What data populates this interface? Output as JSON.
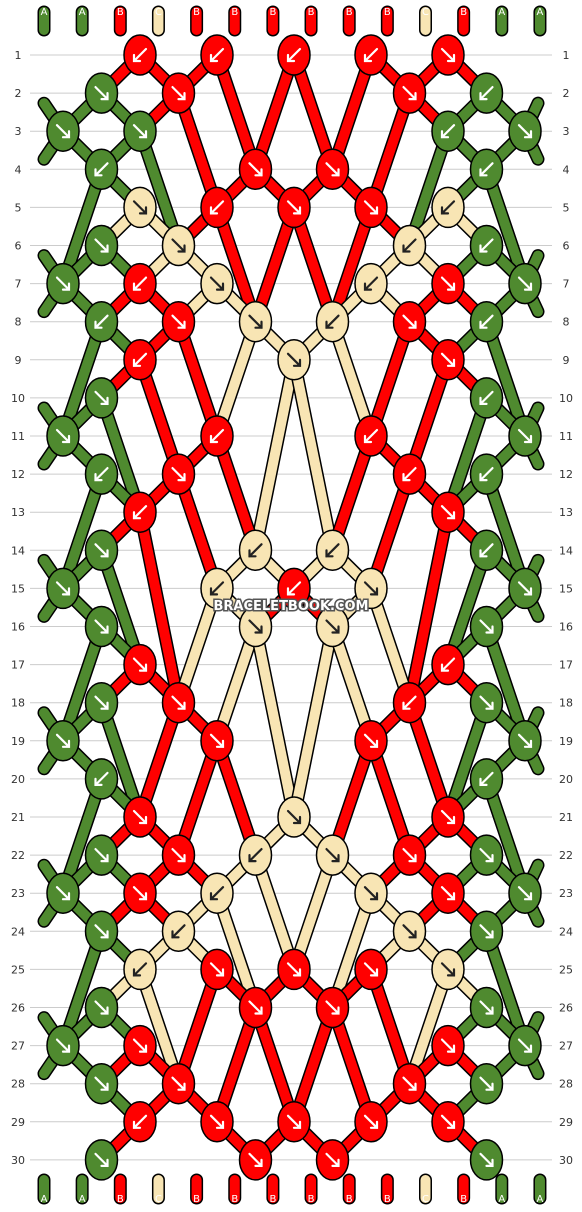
{
  "colors": {
    "A": "#4f8a2f",
    "B": "#ff0000",
    "C": "#f8e5b4",
    "outline": "#000000",
    "gridline": "#cccccc"
  },
  "strands_top": [
    "A",
    "A",
    "B",
    "C",
    "B",
    "B",
    "B",
    "B",
    "B",
    "B",
    "C",
    "B",
    "A",
    "A"
  ],
  "strands_bottom": [
    "A",
    "A",
    "B",
    "C",
    "B",
    "B",
    "B",
    "B",
    "B",
    "B",
    "C",
    "B",
    "A",
    "A"
  ],
  "row_labels": [
    "1",
    "2",
    "3",
    "4",
    "5",
    "6",
    "7",
    "8",
    "9",
    "10",
    "11",
    "12",
    "13",
    "14",
    "15",
    "16",
    "17",
    "18",
    "19",
    "20",
    "21",
    "22",
    "23",
    "24",
    "25",
    "26",
    "27",
    "28",
    "29",
    "30"
  ],
  "watermark": "BRACELETBOOK.COM",
  "knots": [
    {
      "row": 1,
      "col": 2,
      "color": "B",
      "dir": "sw"
    },
    {
      "row": 1,
      "col": 4,
      "color": "B",
      "dir": "sw"
    },
    {
      "row": 1,
      "col": 6,
      "color": "B",
      "dir": "sw"
    },
    {
      "row": 1,
      "col": 8,
      "color": "B",
      "dir": "sw"
    },
    {
      "row": 1,
      "col": 10,
      "color": "B",
      "dir": "se"
    },
    {
      "row": 2,
      "col": 1,
      "color": "A",
      "dir": "se"
    },
    {
      "row": 2,
      "col": 3,
      "color": "B",
      "dir": "se"
    },
    {
      "row": 2,
      "col": 9,
      "color": "B",
      "dir": "se"
    },
    {
      "row": 2,
      "col": 11,
      "color": "A",
      "dir": "sw"
    },
    {
      "row": 3,
      "col": 0,
      "color": "A",
      "dir": "se"
    },
    {
      "row": 3,
      "col": 2,
      "color": "A",
      "dir": "se"
    },
    {
      "row": 3,
      "col": 10,
      "color": "A",
      "dir": "sw"
    },
    {
      "row": 3,
      "col": 12,
      "color": "A",
      "dir": "se"
    },
    {
      "row": 4,
      "col": 1,
      "color": "A",
      "dir": "sw"
    },
    {
      "row": 4,
      "col": 5,
      "color": "B",
      "dir": "se"
    },
    {
      "row": 4,
      "col": 7,
      "color": "B",
      "dir": "se"
    },
    {
      "row": 4,
      "col": 11,
      "color": "A",
      "dir": "sw"
    },
    {
      "row": 5,
      "col": 2,
      "color": "C",
      "dir": "se"
    },
    {
      "row": 5,
      "col": 4,
      "color": "B",
      "dir": "sw"
    },
    {
      "row": 5,
      "col": 6,
      "color": "B",
      "dir": "se"
    },
    {
      "row": 5,
      "col": 8,
      "color": "B",
      "dir": "se"
    },
    {
      "row": 5,
      "col": 10,
      "color": "C",
      "dir": "sw"
    },
    {
      "row": 6,
      "col": 1,
      "color": "A",
      "dir": "se"
    },
    {
      "row": 6,
      "col": 3,
      "color": "C",
      "dir": "se"
    },
    {
      "row": 6,
      "col": 9,
      "color": "C",
      "dir": "sw"
    },
    {
      "row": 6,
      "col": 11,
      "color": "A",
      "dir": "sw"
    },
    {
      "row": 7,
      "col": 0,
      "color": "A",
      "dir": "se"
    },
    {
      "row": 7,
      "col": 2,
      "color": "B",
      "dir": "sw"
    },
    {
      "row": 7,
      "col": 4,
      "color": "C",
      "dir": "se"
    },
    {
      "row": 7,
      "col": 8,
      "color": "C",
      "dir": "sw"
    },
    {
      "row": 7,
      "col": 10,
      "color": "B",
      "dir": "se"
    },
    {
      "row": 7,
      "col": 12,
      "color": "A",
      "dir": "se"
    },
    {
      "row": 8,
      "col": 1,
      "color": "A",
      "dir": "sw"
    },
    {
      "row": 8,
      "col": 3,
      "color": "B",
      "dir": "se"
    },
    {
      "row": 8,
      "col": 5,
      "color": "C",
      "dir": "se"
    },
    {
      "row": 8,
      "col": 7,
      "color": "C",
      "dir": "sw"
    },
    {
      "row": 8,
      "col": 9,
      "color": "B",
      "dir": "se"
    },
    {
      "row": 8,
      "col": 11,
      "color": "A",
      "dir": "sw"
    },
    {
      "row": 9,
      "col": 2,
      "color": "B",
      "dir": "sw"
    },
    {
      "row": 9,
      "col": 6,
      "color": "C",
      "dir": "se"
    },
    {
      "row": 9,
      "col": 10,
      "color": "B",
      "dir": "se"
    },
    {
      "row": 10,
      "col": 1,
      "color": "A",
      "dir": "se"
    },
    {
      "row": 10,
      "col": 11,
      "color": "A",
      "dir": "sw"
    },
    {
      "row": 11,
      "col": 0,
      "color": "A",
      "dir": "se"
    },
    {
      "row": 11,
      "col": 4,
      "color": "B",
      "dir": "sw"
    },
    {
      "row": 11,
      "col": 8,
      "color": "B",
      "dir": "sw"
    },
    {
      "row": 11,
      "col": 12,
      "color": "A",
      "dir": "se"
    },
    {
      "row": 12,
      "col": 1,
      "color": "A",
      "dir": "sw"
    },
    {
      "row": 12,
      "col": 3,
      "color": "B",
      "dir": "se"
    },
    {
      "row": 12,
      "col": 9,
      "color": "B",
      "dir": "sw"
    },
    {
      "row": 12,
      "col": 11,
      "color": "A",
      "dir": "sw"
    },
    {
      "row": 13,
      "col": 2,
      "color": "B",
      "dir": "sw"
    },
    {
      "row": 13,
      "col": 10,
      "color": "B",
      "dir": "se"
    },
    {
      "row": 14,
      "col": 1,
      "color": "A",
      "dir": "se"
    },
    {
      "row": 14,
      "col": 5,
      "color": "C",
      "dir": "sw"
    },
    {
      "row": 14,
      "col": 7,
      "color": "C",
      "dir": "sw"
    },
    {
      "row": 14,
      "col": 11,
      "color": "A",
      "dir": "sw"
    },
    {
      "row": 15,
      "col": 0,
      "color": "A",
      "dir": "se"
    },
    {
      "row": 15,
      "col": 4,
      "color": "C",
      "dir": "sw"
    },
    {
      "row": 15,
      "col": 6,
      "color": "B",
      "dir": "sw"
    },
    {
      "row": 15,
      "col": 8,
      "color": "C",
      "dir": "se"
    },
    {
      "row": 15,
      "col": 12,
      "color": "A",
      "dir": "se"
    },
    {
      "row": 16,
      "col": 1,
      "color": "A",
      "dir": "se"
    },
    {
      "row": 16,
      "col": 5,
      "color": "C",
      "dir": "se"
    },
    {
      "row": 16,
      "col": 7,
      "color": "C",
      "dir": "se"
    },
    {
      "row": 16,
      "col": 11,
      "color": "A",
      "dir": "se"
    },
    {
      "row": 17,
      "col": 2,
      "color": "B",
      "dir": "se"
    },
    {
      "row": 17,
      "col": 10,
      "color": "B",
      "dir": "sw"
    },
    {
      "row": 18,
      "col": 1,
      "color": "A",
      "dir": "se"
    },
    {
      "row": 18,
      "col": 3,
      "color": "B",
      "dir": "se"
    },
    {
      "row": 18,
      "col": 9,
      "color": "B",
      "dir": "sw"
    },
    {
      "row": 18,
      "col": 11,
      "color": "A",
      "dir": "se"
    },
    {
      "row": 19,
      "col": 0,
      "color": "A",
      "dir": "se"
    },
    {
      "row": 19,
      "col": 4,
      "color": "B",
      "dir": "se"
    },
    {
      "row": 19,
      "col": 8,
      "color": "B",
      "dir": "se"
    },
    {
      "row": 19,
      "col": 12,
      "color": "A",
      "dir": "se"
    },
    {
      "row": 20,
      "col": 1,
      "color": "A",
      "dir": "sw"
    },
    {
      "row": 20,
      "col": 11,
      "color": "A",
      "dir": "sw"
    },
    {
      "row": 21,
      "col": 2,
      "color": "B",
      "dir": "se"
    },
    {
      "row": 21,
      "col": 6,
      "color": "C",
      "dir": "se"
    },
    {
      "row": 21,
      "col": 10,
      "color": "B",
      "dir": "se"
    },
    {
      "row": 22,
      "col": 1,
      "color": "A",
      "dir": "se"
    },
    {
      "row": 22,
      "col": 3,
      "color": "B",
      "dir": "se"
    },
    {
      "row": 22,
      "col": 5,
      "color": "C",
      "dir": "sw"
    },
    {
      "row": 22,
      "col": 7,
      "color": "C",
      "dir": "se"
    },
    {
      "row": 22,
      "col": 9,
      "color": "B",
      "dir": "se"
    },
    {
      "row": 22,
      "col": 11,
      "color": "A",
      "dir": "se"
    },
    {
      "row": 23,
      "col": 0,
      "color": "A",
      "dir": "se"
    },
    {
      "row": 23,
      "col": 2,
      "color": "B",
      "dir": "se"
    },
    {
      "row": 23,
      "col": 4,
      "color": "C",
      "dir": "sw"
    },
    {
      "row": 23,
      "col": 8,
      "color": "C",
      "dir": "se"
    },
    {
      "row": 23,
      "col": 10,
      "color": "B",
      "dir": "se"
    },
    {
      "row": 23,
      "col": 12,
      "color": "A",
      "dir": "se"
    },
    {
      "row": 24,
      "col": 1,
      "color": "A",
      "dir": "se"
    },
    {
      "row": 24,
      "col": 3,
      "color": "C",
      "dir": "sw"
    },
    {
      "row": 24,
      "col": 9,
      "color": "C",
      "dir": "se"
    },
    {
      "row": 24,
      "col": 11,
      "color": "A",
      "dir": "se"
    },
    {
      "row": 25,
      "col": 2,
      "color": "C",
      "dir": "sw"
    },
    {
      "row": 25,
      "col": 4,
      "color": "B",
      "dir": "se"
    },
    {
      "row": 25,
      "col": 6,
      "color": "B",
      "dir": "se"
    },
    {
      "row": 25,
      "col": 8,
      "color": "B",
      "dir": "se"
    },
    {
      "row": 25,
      "col": 10,
      "color": "C",
      "dir": "se"
    },
    {
      "row": 26,
      "col": 1,
      "color": "A",
      "dir": "se"
    },
    {
      "row": 26,
      "col": 5,
      "color": "B",
      "dir": "se"
    },
    {
      "row": 26,
      "col": 7,
      "color": "B",
      "dir": "se"
    },
    {
      "row": 26,
      "col": 11,
      "color": "A",
      "dir": "se"
    },
    {
      "row": 27,
      "col": 0,
      "color": "A",
      "dir": "se"
    },
    {
      "row": 27,
      "col": 2,
      "color": "B",
      "dir": "se"
    },
    {
      "row": 27,
      "col": 10,
      "color": "B",
      "dir": "se"
    },
    {
      "row": 27,
      "col": 12,
      "color": "A",
      "dir": "se"
    },
    {
      "row": 28,
      "col": 1,
      "color": "A",
      "dir": "se"
    },
    {
      "row": 28,
      "col": 3,
      "color": "B",
      "dir": "se"
    },
    {
      "row": 28,
      "col": 9,
      "color": "B",
      "dir": "se"
    },
    {
      "row": 28,
      "col": 11,
      "color": "A",
      "dir": "se"
    },
    {
      "row": 29,
      "col": 2,
      "color": "B",
      "dir": "sw"
    },
    {
      "row": 29,
      "col": 4,
      "color": "B",
      "dir": "se"
    },
    {
      "row": 29,
      "col": 6,
      "color": "B",
      "dir": "se"
    },
    {
      "row": 29,
      "col": 8,
      "color": "B",
      "dir": "se"
    },
    {
      "row": 29,
      "col": 10,
      "color": "B",
      "dir": "se"
    },
    {
      "row": 30,
      "col": 1,
      "color": "A",
      "dir": "se"
    },
    {
      "row": 30,
      "col": 5,
      "color": "B",
      "dir": "se"
    },
    {
      "row": 30,
      "col": 7,
      "color": "B",
      "dir": "se"
    },
    {
      "row": 30,
      "col": 11,
      "color": "A",
      "dir": "se"
    }
  ]
}
